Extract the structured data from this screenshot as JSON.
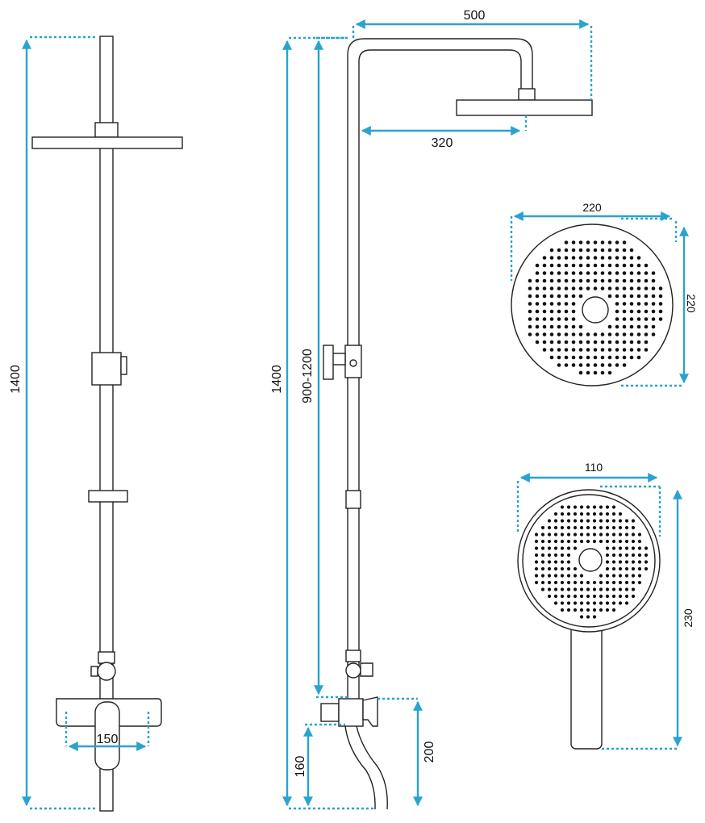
{
  "dimensions": {
    "front_total_height": "1400",
    "side_total_height": "1400",
    "rail_adjust_range": "900-1200",
    "arm_length": "500",
    "arm_projection": "320",
    "mixer_center_spacing": "150",
    "spout_height": "160",
    "mixer_height": "200",
    "rain_head_width": "220",
    "rain_head_depth": "220",
    "hand_shower_width": "110",
    "hand_shower_length": "230"
  },
  "colors": {
    "dimension_line": "#2aa3cf",
    "outline": "#222222",
    "nozzle": "#111111"
  }
}
